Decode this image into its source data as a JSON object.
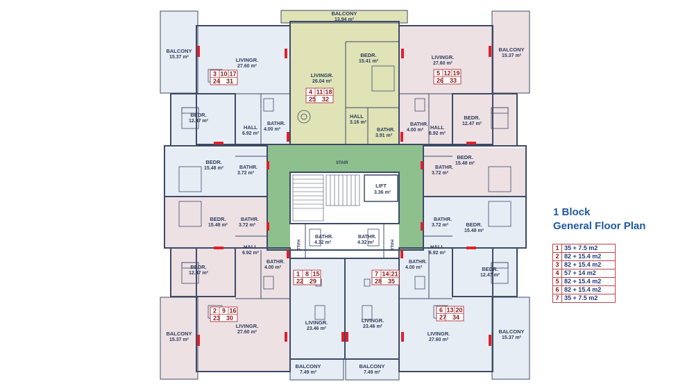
{
  "title": {
    "line1": "1 Block",
    "line2": "General Floor Plan"
  },
  "legend": [
    {
      "no": "1",
      "value": "35 + 7.5 m2"
    },
    {
      "no": "2",
      "value": "82 + 15.4 m2"
    },
    {
      "no": "3",
      "value": "82 + 15.4 m2"
    },
    {
      "no": "4",
      "value": "57 + 14 m2"
    },
    {
      "no": "5",
      "value": "82 + 15.4 m2"
    },
    {
      "no": "6",
      "value": "82 + 15.4 m2"
    },
    {
      "no": "7",
      "value": "35 + 7.5 m2"
    }
  ],
  "rooms": {
    "balcony_top": {
      "name": "BALCONY",
      "area": "13.94 m²"
    },
    "balcony_tl": {
      "name": "BALCONY",
      "area": "15.37 m²"
    },
    "balcony_tr": {
      "name": "BALCONY",
      "area": "15.37 m²"
    },
    "balcony_bl": {
      "name": "BALCONY",
      "area": "15.37 m²"
    },
    "balcony_br": {
      "name": "BALCONY",
      "area": "15.37 m²"
    },
    "balcony_bcl": {
      "name": "BALCONY",
      "area": "7.49 m²"
    },
    "balcony_bcr": {
      "name": "BALCONY",
      "area": "7.49 m²"
    },
    "living_tl": {
      "name": "LIVINGR.",
      "area": "27.60 m²"
    },
    "living_tr": {
      "name": "LIVINGR.",
      "area": "27.60 m²"
    },
    "living_bl": {
      "name": "LIVINGR.",
      "area": "27.60 m²"
    },
    "living_br": {
      "name": "LIVINGR.",
      "area": "27.60 m²"
    },
    "living_top": {
      "name": "LIVINGR.",
      "area": "26.04 m²"
    },
    "living_bcl": {
      "name": "LIVINGR.",
      "area": "23.46 m²"
    },
    "living_bcr": {
      "name": "LIVINGR.",
      "area": "23.46 m²"
    },
    "bed_top": {
      "name": "BEDR.",
      "area": "15.41 m²"
    },
    "bed_l1": {
      "name": "BEDR.",
      "area": "12.47 m²"
    },
    "bed_l2": {
      "name": "BEDR.",
      "area": "15.48 m²"
    },
    "bed_l3": {
      "name": "BEDR.",
      "area": "15.48 m²"
    },
    "bed_l4": {
      "name": "BEDR.",
      "area": "12.47 m²"
    },
    "bed_r1": {
      "name": "BEDR.",
      "area": "12.47 m²"
    },
    "bed_r2": {
      "name": "BEDR.",
      "area": "15.48 m²"
    },
    "bed_r3": {
      "name": "BEDR.",
      "area": "15.48 m²"
    },
    "bed_r4": {
      "name": "BEDR.",
      "area": "12.47 m²"
    },
    "hall_l1": {
      "name": "HALL",
      "area": "6.92 m²"
    },
    "hall_l2": {
      "name": "HALL",
      "area": "6.92 m²"
    },
    "hall_r1": {
      "name": "HALL",
      "area": "6.92 m²"
    },
    "hall_r2": {
      "name": "HALL",
      "area": "6.92 m²"
    },
    "hall_top": {
      "name": "HALL",
      "area": "3.16 m²"
    },
    "hall_c1": {
      "name": "HALL"
    },
    "hall_c2": {
      "name": "HALL"
    },
    "bath_l1": {
      "name": "BATHR.",
      "area": "4.00 m²"
    },
    "bath_l2": {
      "name": "BATHR.",
      "area": "3.72 m²"
    },
    "bath_l3": {
      "name": "BATHR.",
      "area": "3.72 m²"
    },
    "bath_l4": {
      "name": "BATHR.",
      "area": "4.00 m²"
    },
    "bath_r1": {
      "name": "BATHR.",
      "area": "4.00 m²"
    },
    "bath_r2": {
      "name": "BATHR.",
      "area": "3.72 m²"
    },
    "bath_r3": {
      "name": "BATHR.",
      "area": "3.72 m²"
    },
    "bath_r4": {
      "name": "BATHR.",
      "area": "4.00 m²"
    },
    "bath_top": {
      "name": "BATHR.",
      "area": "3.91 m²"
    },
    "bath_cl": {
      "name": "BATHR.",
      "area": "4.32 m²"
    },
    "bath_cr": {
      "name": "BATHR.",
      "area": "4.32 m²"
    },
    "stair": {
      "name": "STAIR"
    },
    "lift": {
      "name": "LIFT",
      "area": "3.36 m²"
    }
  },
  "unit_numbers": {
    "tl": [
      "3",
      "10",
      "17",
      "24",
      "31"
    ],
    "top": [
      "4",
      "11",
      "18",
      "25",
      "32"
    ],
    "tr": [
      "5",
      "12",
      "19",
      "26",
      "33"
    ],
    "bl": [
      "2",
      "9",
      "16",
      "23",
      "30"
    ],
    "cl": [
      "1",
      "8",
      "15",
      "22",
      "29"
    ],
    "cr": [
      "7",
      "14",
      "21",
      "28",
      "35"
    ],
    "br": [
      "6",
      "13",
      "20",
      "27",
      "34"
    ]
  },
  "colors": {
    "apt_blue": "#e7edf5",
    "apt_pink": "#ede1e4",
    "top_unit": "#dfe3b6",
    "core_green": "#8ec08e",
    "door_red": "#e0202a",
    "title_blue": "#1f5aa0"
  }
}
